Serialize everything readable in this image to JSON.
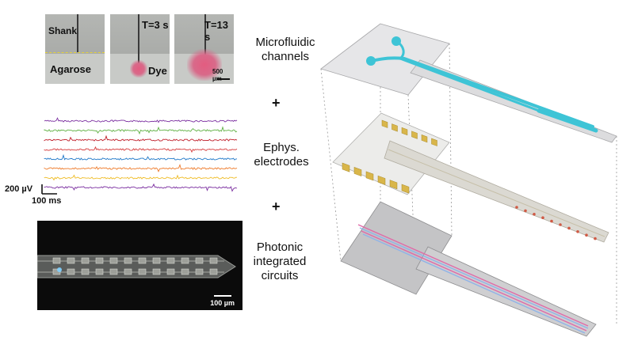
{
  "photos": {
    "shank_label": "Shank",
    "agarose_label": "Agarose",
    "time2": "T=3 s",
    "dye_label": "Dye",
    "time3": "T=13 s",
    "scale_label": "500 µm"
  },
  "ephys": {
    "voltage_scale": "200 µV",
    "time_scale": "100 ms",
    "trace_colors": [
      "#7b2fa0",
      "#5fb043",
      "#c0202c",
      "#d63b3b",
      "#1f78c8",
      "#ee7a2a",
      "#efbc25",
      "#7b2fa0"
    ]
  },
  "micrograph": {
    "scale_label": "100 µm"
  },
  "layers": {
    "microfluidic": "Microfluidic channels",
    "ephys": "Ephys. electrodes",
    "photonic": "Photonic integrated circuits",
    "plus": "+"
  },
  "colors": {
    "channel": "#3ec4d6",
    "pad": "#d9b64a",
    "waveguide_pink": "#e06aa8",
    "waveguide_blue": "#8fb3e8"
  }
}
